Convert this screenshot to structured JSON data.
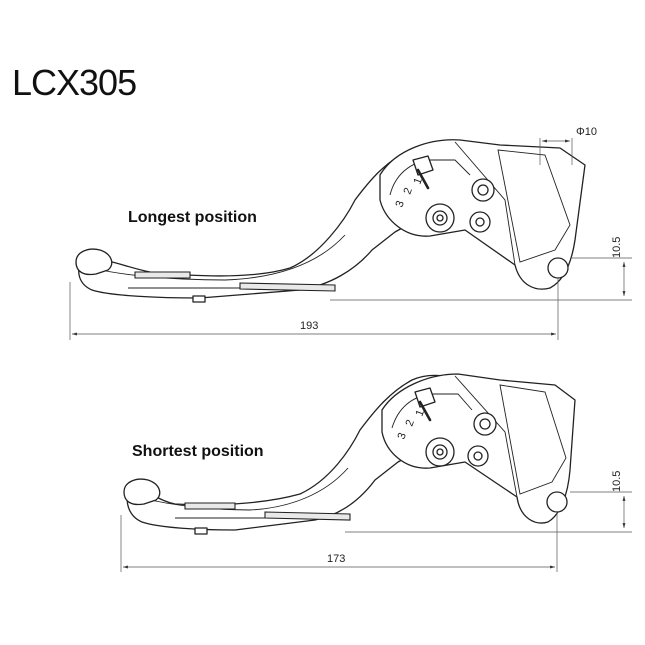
{
  "title": "LCX305",
  "diagrams": [
    {
      "id": "longest",
      "label": "Longest position",
      "length_dim": "193",
      "height_dim": "10.5",
      "diameter_dim": "Φ10",
      "scale_digits": [
        "3",
        "2",
        "1"
      ]
    },
    {
      "id": "shortest",
      "label": "Shortest position",
      "length_dim": "173",
      "height_dim": "10.5",
      "scale_digits": [
        "3",
        "2",
        "1"
      ]
    }
  ]
}
